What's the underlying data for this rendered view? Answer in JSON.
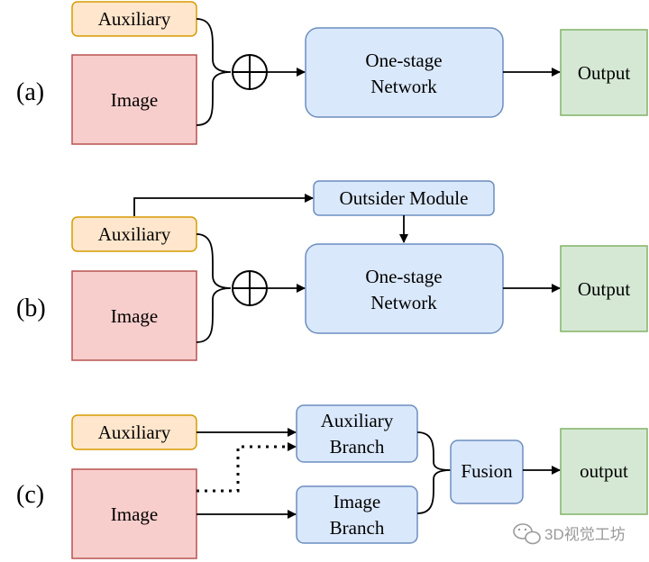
{
  "colors": {
    "aux_fill": "#ffe6cc",
    "aux_stroke": "#d79b00",
    "img_fill": "#f8cecc",
    "img_stroke": "#b85450",
    "net_fill": "#dae8fc",
    "net_stroke": "#6c8ebf",
    "out_fill": "#d5e8d4",
    "out_stroke": "#82b366",
    "line": "#000000",
    "watermark": "#9a9a9a"
  },
  "diagram": {
    "a": {
      "label": "(a)",
      "auxiliary": "Auxiliary",
      "image": "Image",
      "network_line1": "One-stage",
      "network_line2": "Network",
      "output": "Output"
    },
    "b": {
      "label": "(b)",
      "outsider": "Outsider Module",
      "auxiliary": "Auxiliary",
      "image": "Image",
      "network_line1": "One-stage",
      "network_line2": "Network",
      "output": "Output"
    },
    "c": {
      "label": "(c)",
      "auxiliary": "Auxiliary",
      "image": "Image",
      "aux_branch_line1": "Auxiliary",
      "aux_branch_line2": "Branch",
      "img_branch_line1": "Image",
      "img_branch_line2": "Branch",
      "fusion": "Fusion",
      "output": "output"
    }
  },
  "watermark": {
    "icon": "wechat-icon",
    "text": "3D视觉工坊"
  }
}
